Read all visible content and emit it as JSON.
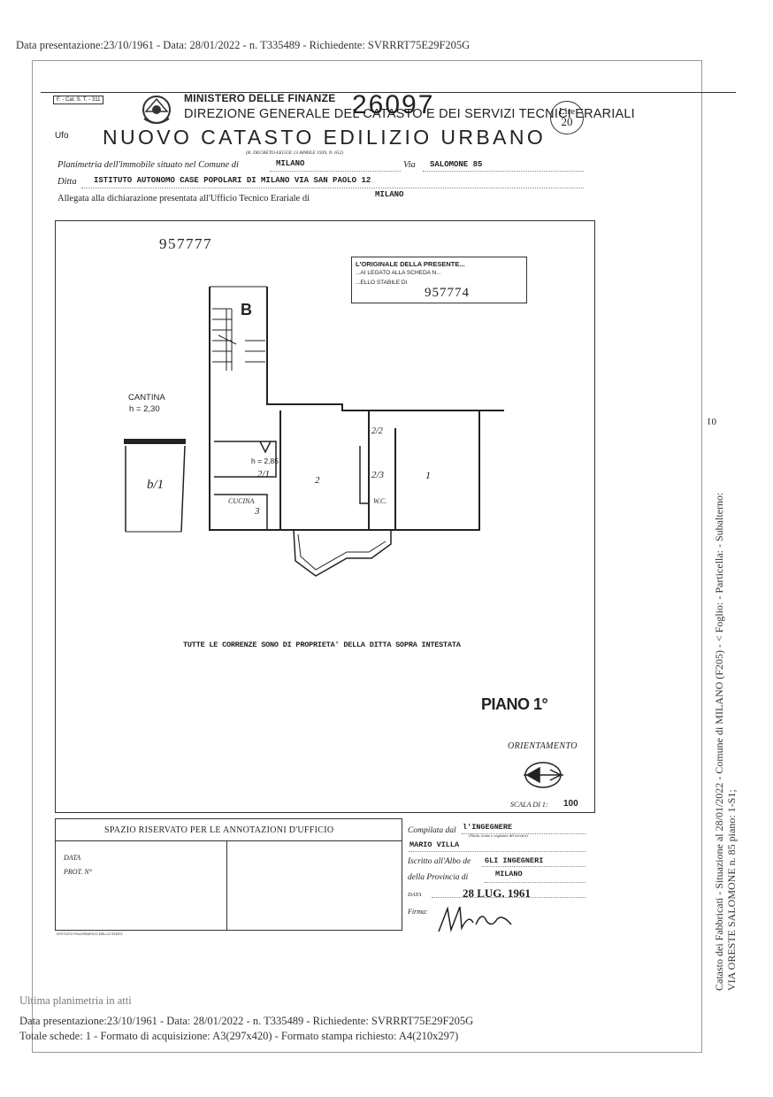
{
  "header_top": "Data presentazione:23/10/1961 - Data: 28/01/2022 - n. T335489 - Richiedente: SVRRRT75E29F205G",
  "form": {
    "model_code": "F. - Cat. S. T. - 311",
    "ministry": "MINISTERO DELLE FINANZE",
    "stamp_number": "26097",
    "direction": "DIREZIONE GENERALE DEL CATASTO E DEI SERVIZI TECNICI ERARIALI",
    "prefix": "Ufo",
    "title": "NUOVO CATASTO EDILIZIO URBANO",
    "law": "(R. DECRETO-LEGGE 13 APRILE 1939, N. 652)",
    "price_top": "Lire",
    "price_value": "20",
    "planimetria_label": "Planimetria dell'immobile situato nel Comune di",
    "comune": "MILANO",
    "via_label": "Via",
    "via": "SALOMONE 85",
    "ditta_label": "Ditta",
    "ditta": "ISTITUTO AUTONOMO CASE POPOLARI DI MILANO VIA SAN PAOLO 12",
    "allegata_label": "Allegata alla dichiarazione presentata all'Ufficio Tecnico Erariale di",
    "ufficio": "MILANO"
  },
  "plan": {
    "code": "957777",
    "stamp_line1": "L'ORIGINALE DELLA PRESENTE...",
    "stamp_line2": "...AI LEGATO ALLA SCHEDA N...",
    "stamp_line3": "...ELLO STABILE DI",
    "stamp_number": "957774",
    "stair_label": "B",
    "cantina_label": "CANTINA",
    "cantina_height": "h = 2,30",
    "cellar_number": "b/1",
    "room_height": "h = 2,85",
    "room_21": "2/1",
    "cucina": "CUCINA",
    "room_3": "3",
    "room_2": "2",
    "room_22": "2/2",
    "room_23": "2/3",
    "wc": "W.C.",
    "room_1": "1",
    "note": "TUTTE LE CORRENZE SONO DI PROPRIETA' DELLA DITTA SOPRA INTESTATA",
    "piano": "PIANO 1°",
    "orientamento": "ORIENTAMENTO",
    "scala_label": "SCALA DI 1:",
    "scala_value": "100"
  },
  "annotations": {
    "box_title": "SPAZIO RISERVATO PER LE ANNOTAZIONI D'UFFICIO",
    "data_label": "DATA",
    "prot_label": "PROT. N°",
    "footer_print": "ISTITUTO POLIGRAFICO DELLO STATO"
  },
  "compiled": {
    "compilata_label": "Compilata dal",
    "compilata_value": "l'INGEGNERE",
    "compilata_hint": "(Titolo, nome e cognome del tecnico)",
    "name": "MARIO VILLA",
    "albo_label": "Iscritto all'Albo de",
    "albo_value": "GLI INGEGNERI",
    "provincia_label": "della Provincia di",
    "provincia_value": "MILANO",
    "data_label": "DATA",
    "date": "28 LUG. 1961",
    "firma_label": "Firma:"
  },
  "side_text": {
    "line1": "Catasto dei Fabbricati - Situazione al 28/01/2022 - Comune di MILANO (F205) - < Foglio: - Particella: - Subalterno:",
    "line2": "VIA ORESTE SALOMONE n. 85 piano: 1-S1;",
    "fragment": "01"
  },
  "footer": {
    "last": "Ultima planimetria in atti",
    "line1": "Data presentazione:23/10/1961 - Data: 28/01/2022 - n. T335489 - Richiedente: SVRRRT75E29F205G",
    "line2": "Totale schede: 1 - Formato di acquisizione: A3(297x420) - Formato stampa richiesto: A4(210x297)"
  }
}
